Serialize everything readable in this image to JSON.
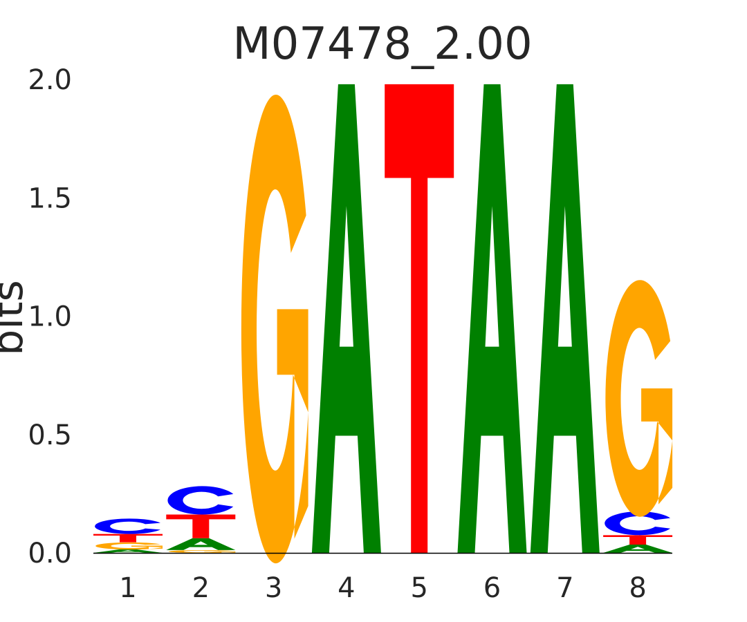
{
  "chart_data": {
    "type": "sequence-logo",
    "title": "M07478_2.00",
    "ylabel": "bits",
    "xlabel": "",
    "ylim": [
      0,
      2.0
    ],
    "yticks": [
      "0.0",
      "0.5",
      "1.0",
      "1.5",
      "2.0"
    ],
    "ytick_values": [
      0,
      0.5,
      1.0,
      1.5,
      2.0
    ],
    "positions": [
      "1",
      "2",
      "3",
      "4",
      "5",
      "6",
      "7",
      "8"
    ],
    "colors": {
      "A": "#008000",
      "C": "#0000ff",
      "G": "#ffa500",
      "T": "#ff0000"
    },
    "stacks": [
      [
        {
          "base": "A",
          "bits": 0.015
        },
        {
          "base": "G",
          "bits": 0.03
        },
        {
          "base": "T",
          "bits": 0.035
        },
        {
          "base": "C",
          "bits": 0.065
        }
      ],
      [
        {
          "base": "G",
          "bits": 0.012
        },
        {
          "base": "A",
          "bits": 0.05
        },
        {
          "base": "T",
          "bits": 0.1
        },
        {
          "base": "C",
          "bits": 0.12
        }
      ],
      [
        {
          "base": "G",
          "bits": 1.98
        }
      ],
      [
        {
          "base": "A",
          "bits": 1.98
        }
      ],
      [
        {
          "base": "T",
          "bits": 1.98
        }
      ],
      [
        {
          "base": "A",
          "bits": 1.98
        }
      ],
      [
        {
          "base": "A",
          "bits": 1.98
        }
      ],
      [
        {
          "base": "A",
          "bits": 0.035
        },
        {
          "base": "T",
          "bits": 0.04
        },
        {
          "base": "C",
          "bits": 0.1
        },
        {
          "base": "G",
          "bits": 1.0
        }
      ]
    ]
  }
}
